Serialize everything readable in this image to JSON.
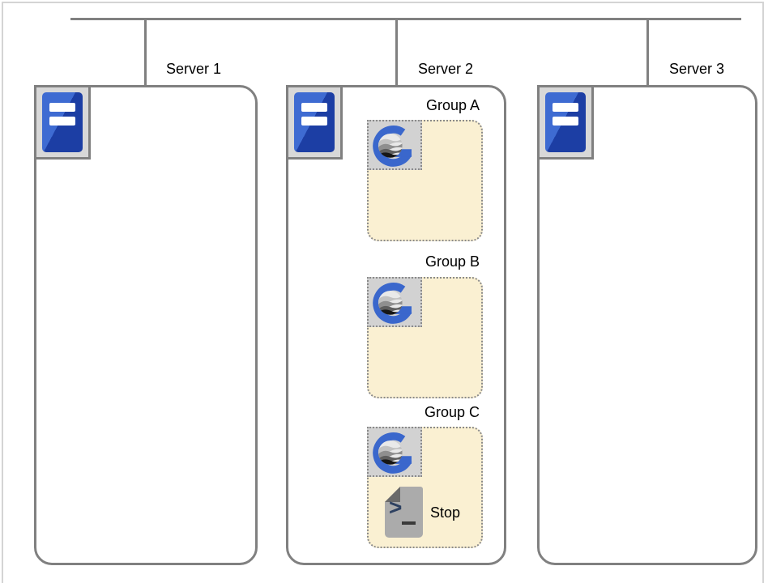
{
  "network": {
    "servers": [
      {
        "id": "server-1",
        "label": "Server 1"
      },
      {
        "id": "server-2",
        "label": "Server 2",
        "groups": [
          {
            "id": "group-a",
            "label": "Group A"
          },
          {
            "id": "group-b",
            "label": "Group B"
          },
          {
            "id": "group-c",
            "label": "Group C",
            "script": {
              "label": "Stop"
            }
          }
        ]
      },
      {
        "id": "server-3",
        "label": "Server 3"
      }
    ]
  },
  "icons": {
    "server": "server-tower-icon",
    "group": "g-globe-logo-icon",
    "script": "script-file-icon"
  },
  "colors": {
    "line_gray": "#808080",
    "border_gray": "#808080",
    "group_fill": "#faf0d2",
    "icon_square_fill": "#d2d2d2",
    "logo_blue": "#3a67cc",
    "server_blue_light": "#3e6bd2",
    "server_blue_dark": "#1c3ea4",
    "page_border": "#d4d4d4"
  }
}
